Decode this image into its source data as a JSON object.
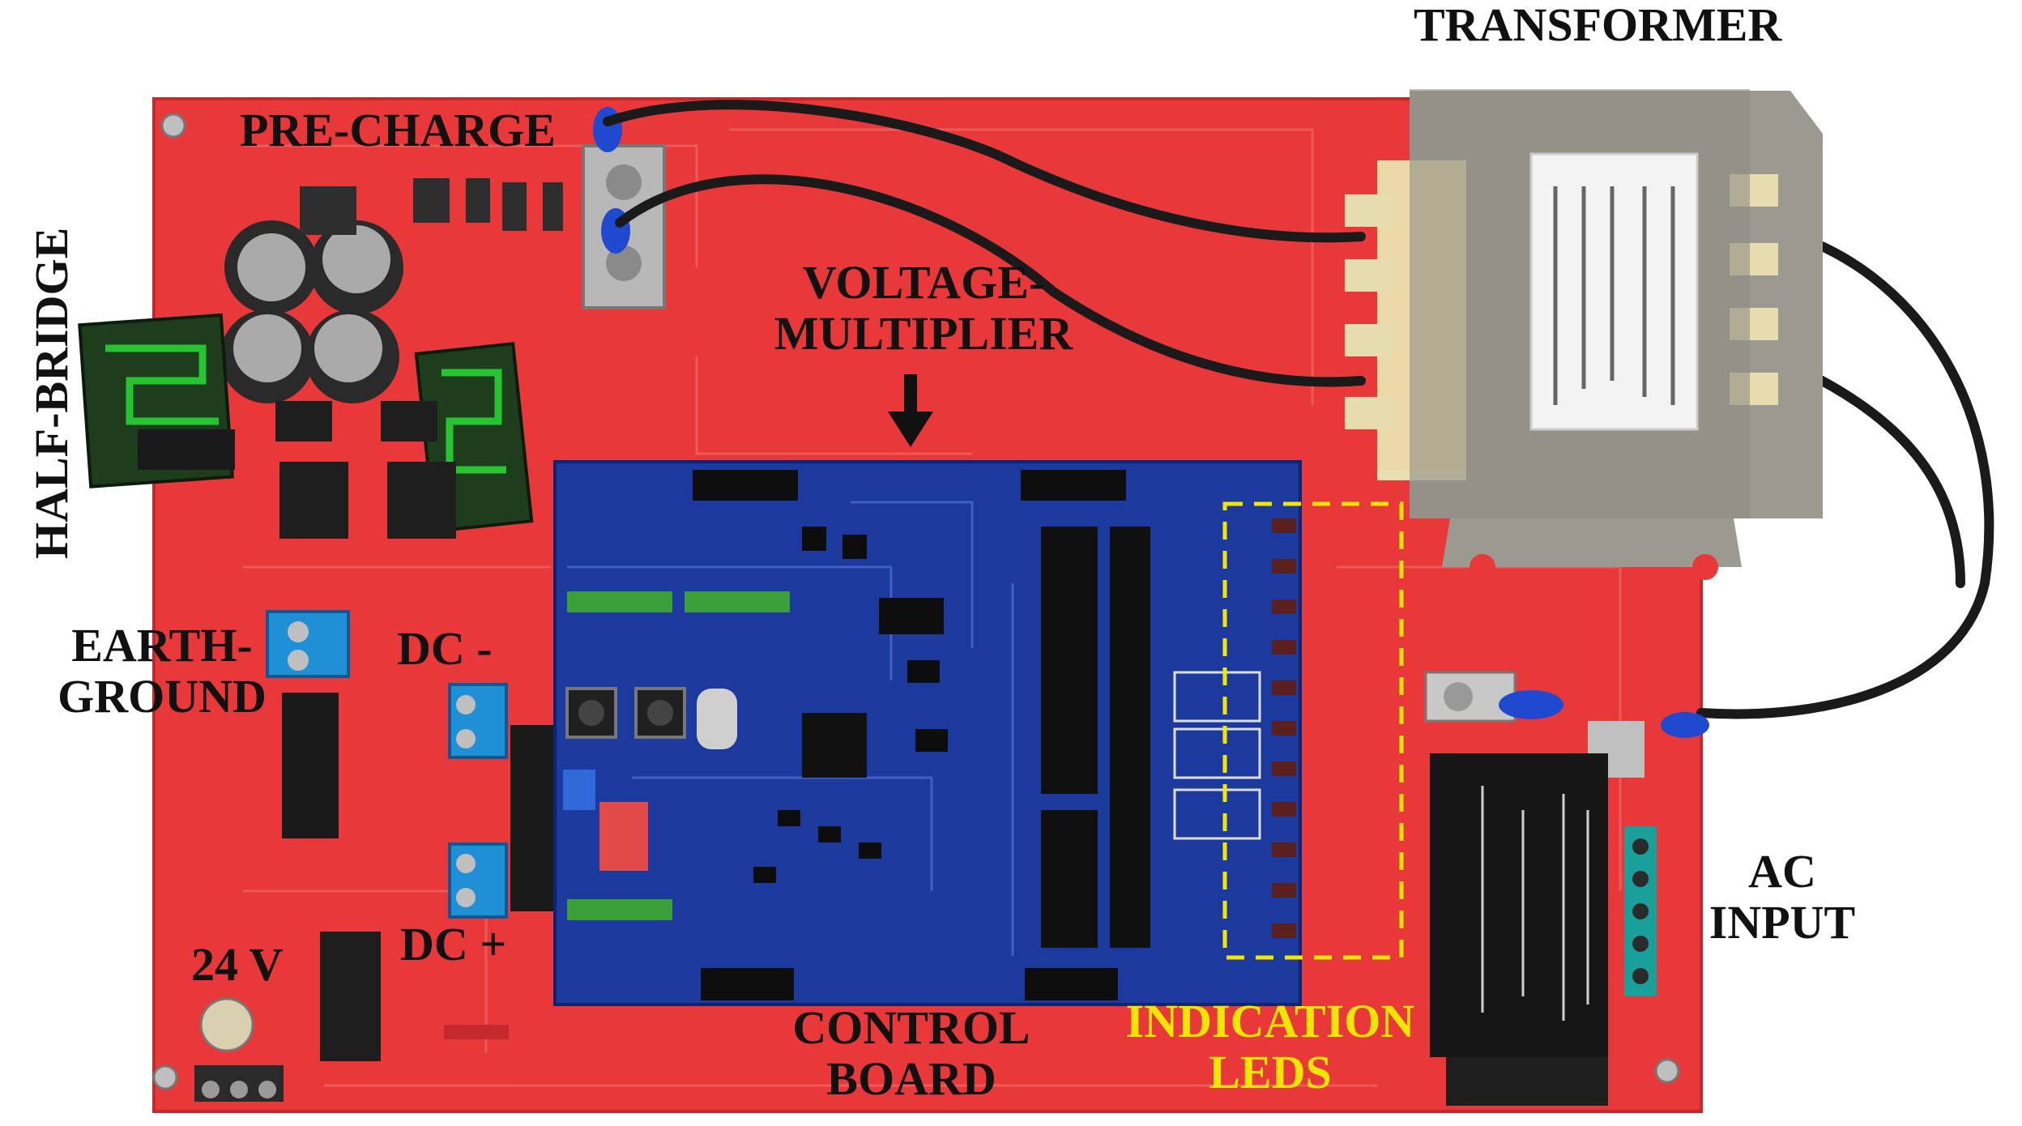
{
  "labels": {
    "transformer": "TRANSFORMER",
    "pre_charge": "PRE-CHARGE",
    "half_bridge": "HALF-BRIDGE",
    "voltage_multiplier_1": "VOLTAGE-",
    "voltage_multiplier_2": "MULTIPLIER",
    "earth_ground_1": "EARTH-",
    "earth_ground_2": "GROUND",
    "dc_minus": "DC -",
    "dc_plus": "DC +",
    "v24": "24 V",
    "control_board_1": "CONTROL",
    "control_board_2": "BOARD",
    "indication_leds_1": "INDICATION",
    "indication_leds_2": "LEDS",
    "ac_input_1": "AC",
    "ac_input_2": "INPUT"
  },
  "colors": {
    "pcb_red": "#e8383a",
    "control_board_blue": "#1c3a9e",
    "highlight_yellow": "#f2e600",
    "label_black": "#111111"
  }
}
